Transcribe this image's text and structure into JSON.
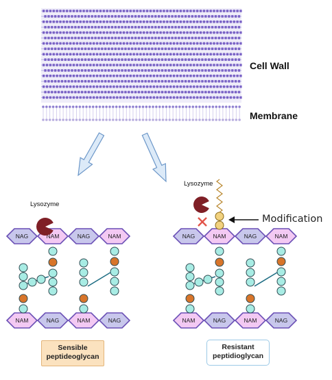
{
  "labels": {
    "cell_wall": "Cell Wall",
    "membrane": "Membrane",
    "lysozyme_left": "Lysozyme",
    "lysozyme_right": "Lysozyme",
    "modification": "Modification",
    "sensible_line1": "Sensible",
    "sensible_line2": "peptideoglycan",
    "resistant_line1": "Resistant",
    "resistant_line2": "peptidioglycan"
  },
  "sugars": {
    "nag": "NAG",
    "nam": "NAM"
  },
  "panels": {
    "left": {
      "top_row": [
        "NAG",
        "NAM",
        "NAG",
        "NAM"
      ],
      "bottom_row": [
        "NAM",
        "NAG",
        "NAM",
        "NAG"
      ]
    },
    "right": {
      "top_row": [
        "NAG",
        "NAM",
        "NAG",
        "NAM"
      ],
      "bottom_row": [
        "NAM",
        "NAG",
        "NAM",
        "NAG"
      ]
    }
  },
  "colors": {
    "nag_fill": "#c8c7ec",
    "nam_fill": "#f3c9f3",
    "hex_stroke": "#6a4fb5",
    "bead_teal": "#a8ece4",
    "bead_orange": "#d8752a",
    "lysozyme": "#7f1f26",
    "wall_purple": "#7a63c6",
    "arrow_fill": "#dceaf8",
    "arrow_stroke": "#6b96c8",
    "cross_red": "#e2554a",
    "mod_bead": "#f2d27f",
    "spring": "#b9872e"
  }
}
